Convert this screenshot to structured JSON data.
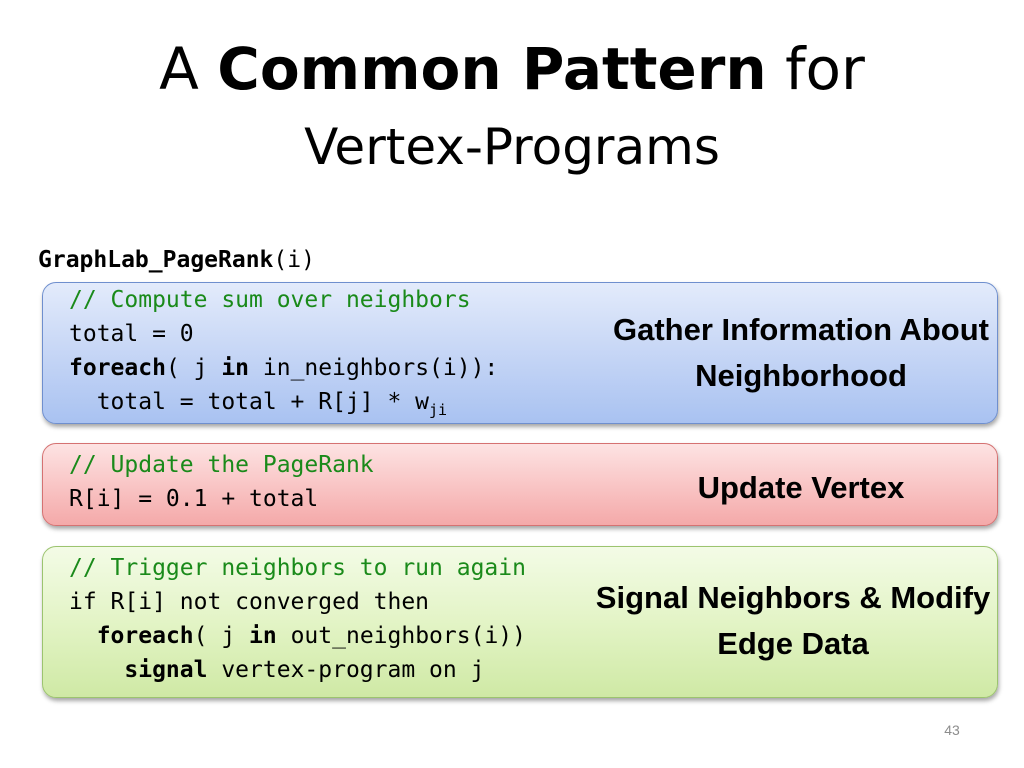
{
  "title": {
    "line1_prefix": "A",
    "line1_bold": "Common Pattern",
    "line1_suffix": "for",
    "line2": "Vertex-Programs"
  },
  "signature": {
    "name": "GraphLab_PageRank",
    "args": "(i)"
  },
  "gather": {
    "comment": "// Compute sum over neighbors",
    "line_init": "total = 0",
    "foreach_kw": "foreach",
    "foreach_mid": "( j ",
    "in_kw": "in",
    "foreach_tail": " in_neighbors(i)):",
    "update_line": "  total = total + R[j] * w",
    "update_sub": "ji",
    "caption": "Gather Information About Neighborhood",
    "color": "#a9c2f1"
  },
  "update": {
    "comment": "// Update the PageRank",
    "line": "R[i] = 0.1 + total",
    "caption": "Update Vertex",
    "color": "#f4a9a9"
  },
  "signal": {
    "comment": "// Trigger neighbors to run again",
    "line_if": "if R[i] not converged then",
    "indent1": "  ",
    "foreach_kw": "foreach",
    "foreach_mid": "( j ",
    "in_kw": "in",
    "foreach_tail": " out_neighbors(i))",
    "indent2": "    ",
    "signal_kw": "signal",
    "signal_tail": " vertex-program on j",
    "caption": "Signal Neighbors & Modify Edge Data",
    "color": "#cfe9a5"
  },
  "slide_number": "43"
}
